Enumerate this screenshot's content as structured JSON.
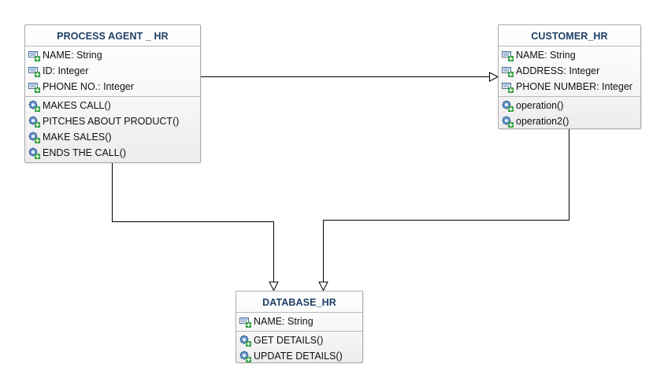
{
  "classes": {
    "process_agent": {
      "name": "PROCESS AGENT _ HR",
      "attributes": [
        "NAME: String",
        "ID: Integer",
        "PHONE NO.: Integer"
      ],
      "operations": [
        "MAKES CALL()",
        "PITCHES ABOUT PRODUCT()",
        "MAKE SALES()",
        "ENDS THE CALL()"
      ]
    },
    "customer": {
      "name": "CUSTOMER_HR",
      "attributes": [
        "NAME: String",
        "ADDRESS: Integer",
        "PHONE NUMBER: Integer"
      ],
      "operations": [
        "operation()",
        "operation2()"
      ]
    },
    "database": {
      "name": "DATABASE_HR",
      "attributes": [
        "NAME: String"
      ],
      "operations": [
        "GET DETAILS()",
        "UPDATE DETAILS()"
      ]
    }
  },
  "relationships": [
    {
      "type": "generalization",
      "from": "PROCESS AGENT _ HR",
      "to": "CUSTOMER_HR"
    },
    {
      "type": "generalization",
      "from": "PROCESS AGENT _ HR",
      "to": "DATABASE_HR"
    },
    {
      "type": "generalization",
      "from": "CUSTOMER_HR",
      "to": "DATABASE_HR"
    }
  ],
  "icons": {
    "attribute": "attribute-icon",
    "operation": "operation-icon"
  },
  "colors": {
    "class_title": "#1f3f66",
    "border": "#a9a9a9",
    "connector": "#000000",
    "icon_green": "#2e9e3a",
    "icon_blue": "#3d6fa8"
  }
}
